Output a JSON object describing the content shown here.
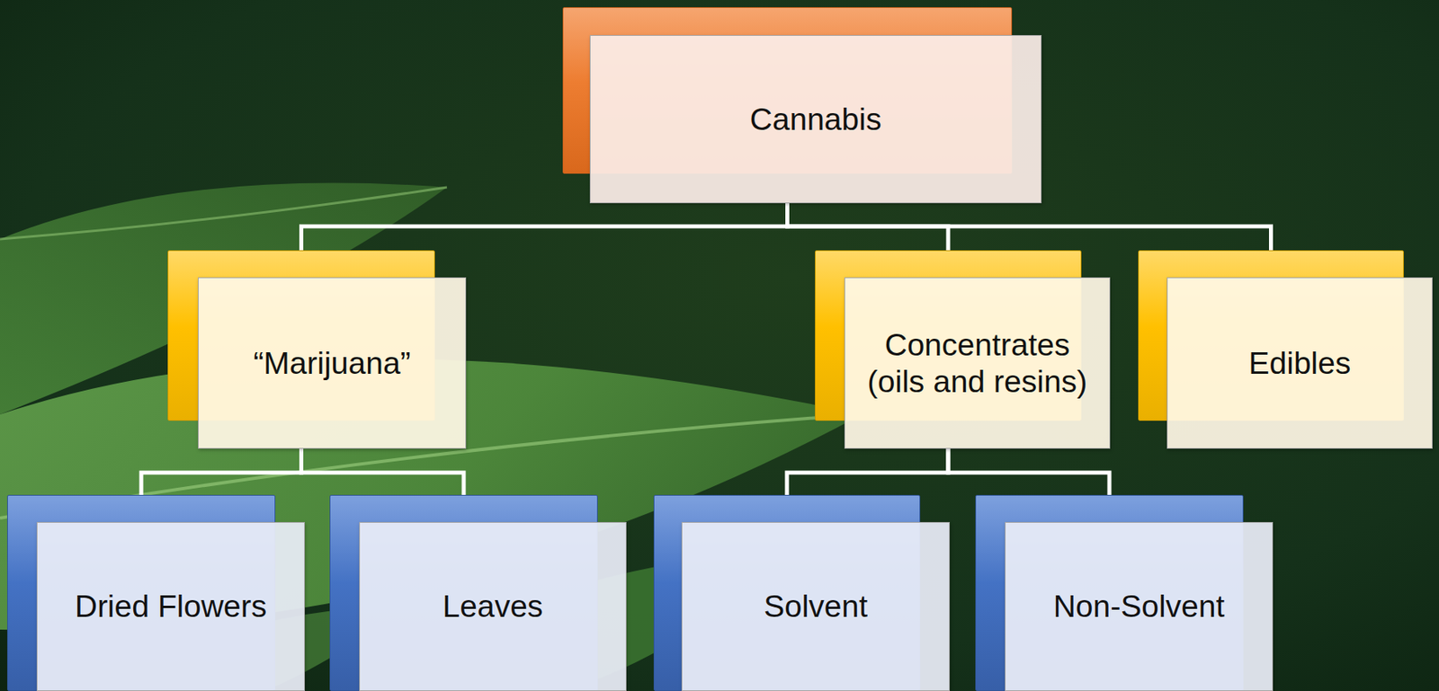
{
  "diagram": {
    "nodes": [
      {
        "text": [
          "Cannabis"
        ]
      },
      {
        "text": [
          "“Marijuana”"
        ]
      },
      {
        "text": [
          "Concentrates (oils and resins)"
        ]
      },
      {
        "text": [
          "Edibles"
        ]
      },
      {
        "text": [
          "Dried Flowers"
        ]
      },
      {
        "text": [
          "Leaves"
        ]
      },
      {
        "text": [
          "Solvent"
        ]
      },
      {
        "text": [
          "Non-Solvent"
        ]
      }
    ],
    "edges": [
      {
        "from": 0,
        "to": 1,
        "arrow": "none"
      },
      {
        "from": 0,
        "to": 2,
        "arrow": "none"
      },
      {
        "from": 0,
        "to": 3,
        "arrow": "none"
      },
      {
        "from": 1,
        "to": 4,
        "arrow": "none"
      },
      {
        "from": 1,
        "to": 5,
        "arrow": "none"
      },
      {
        "from": 2,
        "to": 6,
        "arrow": "none"
      },
      {
        "from": 2,
        "to": 7,
        "arrow": "none"
      }
    ]
  }
}
